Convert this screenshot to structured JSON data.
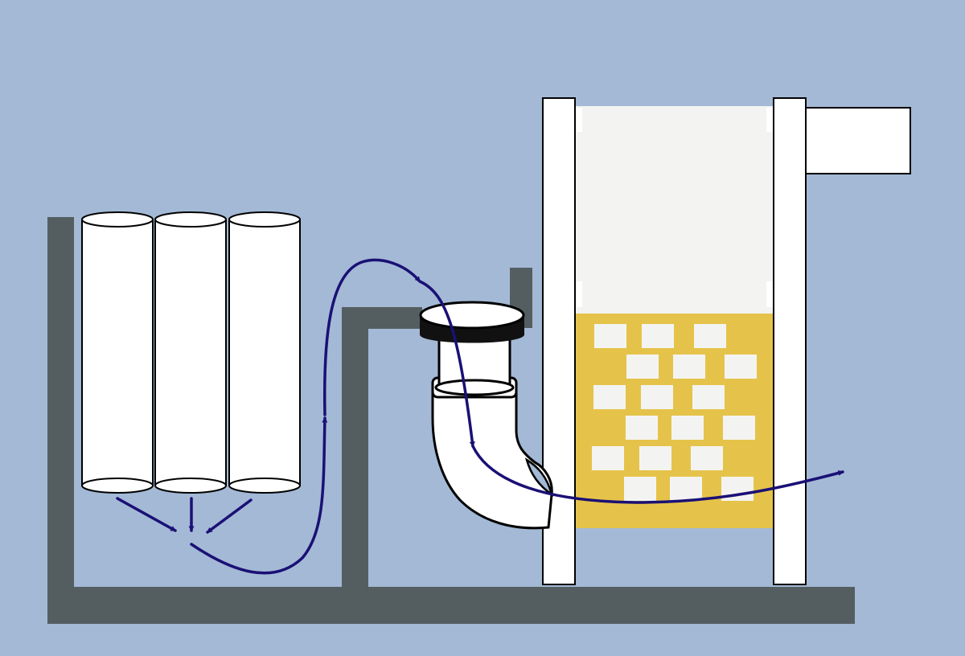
{
  "diagram": {
    "kind": "schematic",
    "colors": {
      "background": "#A3B9D6",
      "frame": "#545E61",
      "cylinder": "#FFFFFF",
      "outline": "#000000",
      "flow_arrow": "#1A1075",
      "tank_upper": "#F3F4F1",
      "packing_bed": "#E5C34A",
      "packing_block": "#F3F4F1",
      "flange": "#111111",
      "tower_post": "#FFFFFF"
    },
    "components": {
      "cylinders": [
        "cylinder-1",
        "cylinder-2",
        "cylinder-3"
      ],
      "pipe_elbow": "elbow-pipe",
      "tower": "packed-tower",
      "outlet_duct": "outlet-duct"
    },
    "flow_arrows": [
      "converge-arrow-left",
      "converge-arrow-center",
      "converge-arrow-right",
      "riser-flow-path",
      "elbow-inflow-path",
      "bed-outflow-path"
    ]
  }
}
